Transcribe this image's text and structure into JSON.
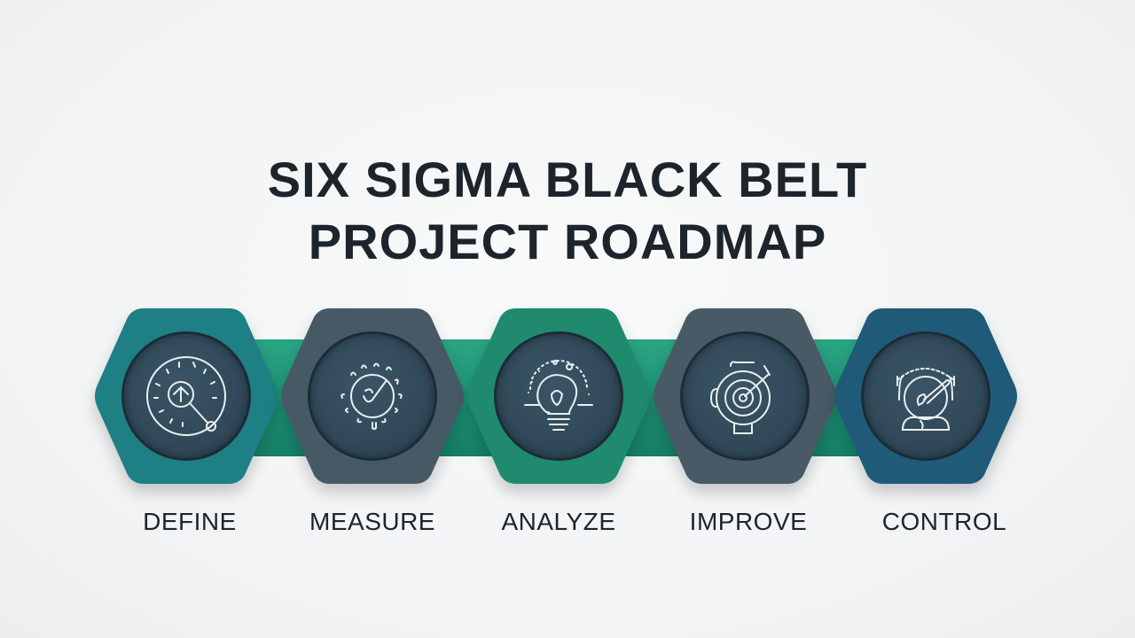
{
  "title": {
    "line1": "SIX SIGMA BLACK BELT",
    "line2": "PROJECT ROADMAP"
  },
  "colors": {
    "background": "#f3f5f6",
    "title_text": "#1d252c",
    "band": "#1f9377",
    "teal_hex": "#1e7f85",
    "slate_hex": "#465a66",
    "green_hex": "#1f8a6e",
    "blue_hex": "#1f5a78",
    "disc": "#2f4757",
    "icon_stroke": "#e8f0ef"
  },
  "steps": [
    {
      "label": "DEFINE",
      "icon": "magnifier-dial-icon",
      "color": "#1e7f85"
    },
    {
      "label": "MEASURE",
      "icon": "gauge-check-icon",
      "color": "#465a66"
    },
    {
      "label": "ANALYZE",
      "icon": "lightbulb-icon",
      "color": "#1f8a6e"
    },
    {
      "label": "IMPROVE",
      "icon": "target-icon",
      "color": "#475a66"
    },
    {
      "label": "CONTROL",
      "icon": "control-dome-icon",
      "color": "#1f5a78"
    }
  ]
}
